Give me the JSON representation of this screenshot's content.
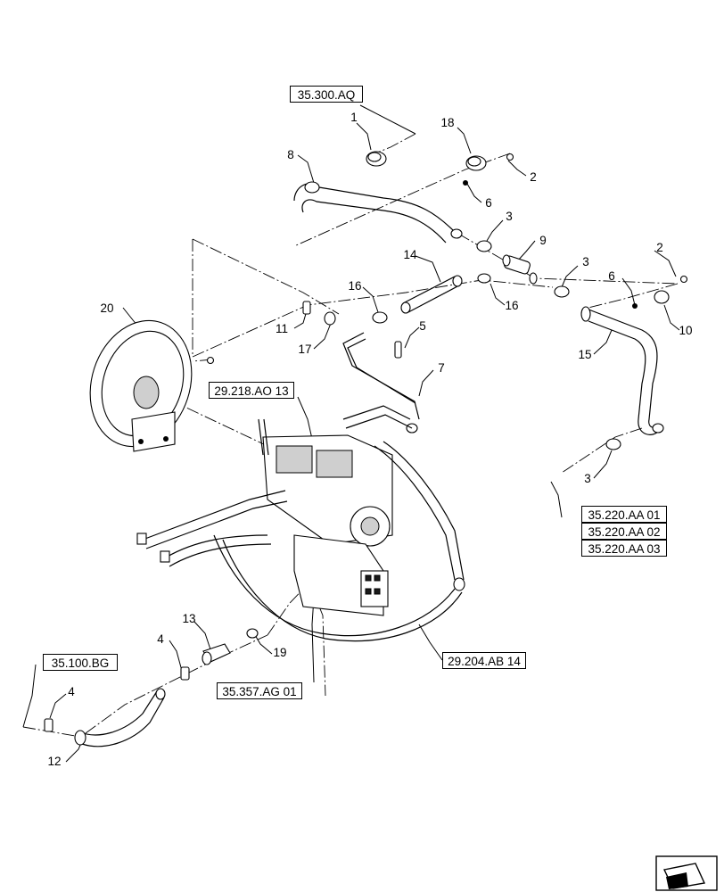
{
  "references": [
    {
      "id": "ref-35-300-aq",
      "label": "35.300.AQ"
    },
    {
      "id": "ref-29-218-ao-13",
      "label": "29.218.AO 13"
    },
    {
      "id": "ref-35-220-aa-01",
      "label": "35.220.AA 01"
    },
    {
      "id": "ref-35-220-aa-02",
      "label": "35.220.AA 02"
    },
    {
      "id": "ref-35-220-aa-03",
      "label": "35.220.AA 03"
    },
    {
      "id": "ref-35-100-bg",
      "label": "35.100.BG"
    },
    {
      "id": "ref-35-357-ag-01",
      "label": "35.357.AG 01"
    },
    {
      "id": "ref-29-204-ab-14",
      "label": "29.204.AB 14"
    }
  ],
  "callouts": [
    {
      "id": "c1",
      "label": "1"
    },
    {
      "id": "c18",
      "label": "18"
    },
    {
      "id": "c2a",
      "label": "2"
    },
    {
      "id": "c8",
      "label": "8"
    },
    {
      "id": "c6a",
      "label": "6"
    },
    {
      "id": "c3a",
      "label": "3"
    },
    {
      "id": "c9",
      "label": "9"
    },
    {
      "id": "c14",
      "label": "14"
    },
    {
      "id": "c3b",
      "label": "3"
    },
    {
      "id": "c2b",
      "label": "2"
    },
    {
      "id": "c6b",
      "label": "6"
    },
    {
      "id": "c10",
      "label": "10"
    },
    {
      "id": "c16a",
      "label": "16"
    },
    {
      "id": "c16b",
      "label": "16"
    },
    {
      "id": "c20",
      "label": "20"
    },
    {
      "id": "c11",
      "label": "11"
    },
    {
      "id": "c17",
      "label": "17"
    },
    {
      "id": "c5",
      "label": "5"
    },
    {
      "id": "c7",
      "label": "7"
    },
    {
      "id": "c15",
      "label": "15"
    },
    {
      "id": "c3c",
      "label": "3"
    },
    {
      "id": "c13",
      "label": "13"
    },
    {
      "id": "c4a",
      "label": "4"
    },
    {
      "id": "c19",
      "label": "19"
    },
    {
      "id": "c4b",
      "label": "4"
    },
    {
      "id": "c12",
      "label": "12"
    }
  ],
  "icons": {
    "corner": "arrow-nav-icon"
  }
}
